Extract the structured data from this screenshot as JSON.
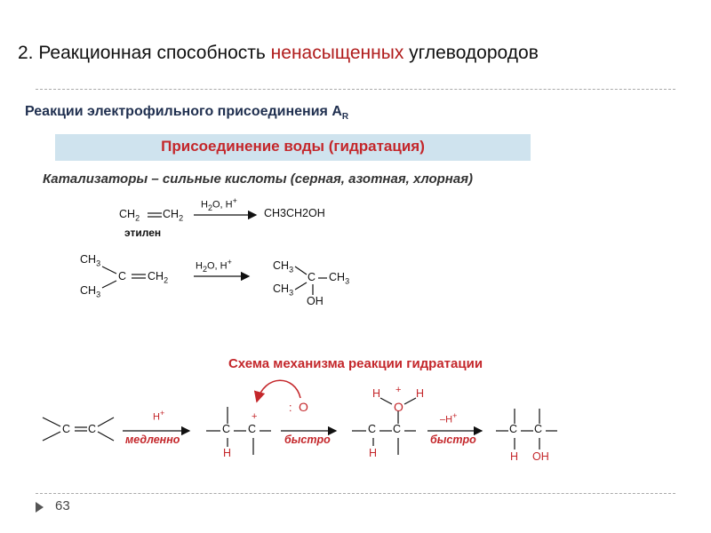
{
  "slide": {
    "title_prefix": "2. Реакционная способность ",
    "title_highlight": "ненасыщенных",
    "title_suffix": " углеводородов",
    "subtitle": "Реакции электрофильного присоединения A",
    "subtitle_sub": "R",
    "band_label": "Присоединение воды (гидратация)",
    "catalysts": "Катализаторы  –  сильные кислоты (серная, азотная, хлорная)",
    "mechanism_title": "Схема механизма реакции гидратации",
    "page_number": "63"
  },
  "reaction1": {
    "ch2_left": "CH",
    "ch2_right": "CH",
    "sub2": "2",
    "reagent_h2o": "H",
    "reagent_o": "O, H",
    "plus": "+",
    "product": "CH3CH2OH",
    "name": "этилен"
  },
  "reaction2": {
    "ch3": "CH",
    "sub3": "3",
    "c": "C",
    "ch2": "CH",
    "sub2": "2",
    "reagent_h": "H",
    "reagent_o": "O, H",
    "plus": "+",
    "oh": "OH"
  },
  "mechanism": {
    "c": "C",
    "h": "H",
    "hplus": "H",
    "plus": "+",
    "minus_h": "–H",
    "slow": "медленно",
    "fast": "быстро",
    "o": "O",
    "colon": ":",
    "oh": "OH"
  },
  "colors": {
    "accent_red": "#c4272b",
    "band_bg": "#cfe3ee",
    "navy": "#1f2f4f"
  }
}
